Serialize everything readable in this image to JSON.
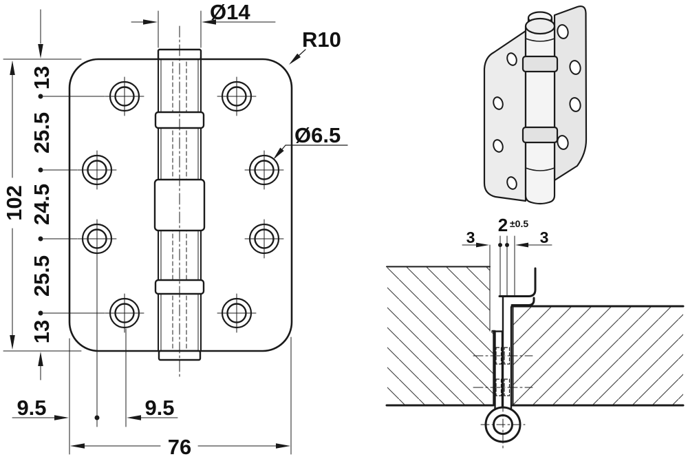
{
  "drawing": {
    "front_view_dims": {
      "overall_height": "102",
      "overall_width": "76",
      "row_offsets": [
        "13",
        "25.5",
        "24.5",
        "25.5",
        "13"
      ],
      "knuckle_diameter": "Ø14",
      "corner_radius": "R10",
      "hole_diameter": "Ø6.5",
      "edge_offset": "9.5",
      "hole_column_offset": "9.5"
    },
    "section_dims": {
      "frame_side_leaf": "3",
      "gap": "2",
      "gap_tolerance": "±0.5",
      "door_side_leaf": "3"
    },
    "colors": {
      "line": "#1a1a1a",
      "leaf_fill": "#ececec",
      "background": "#ffffff"
    }
  }
}
